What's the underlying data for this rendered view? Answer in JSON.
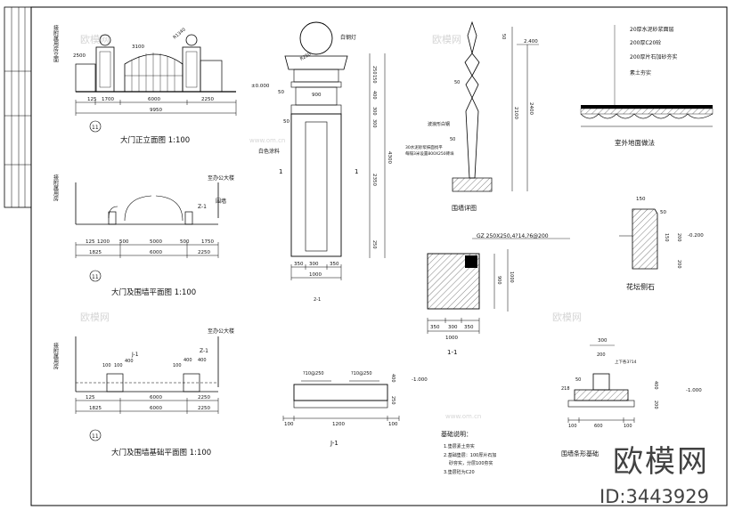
{
  "views": {
    "gate_elevation": {
      "title": "大门正立面图 1:100",
      "label_building": "接附属用房立面",
      "dims_top": [
        "3100",
        "2500",
        "R1340"
      ],
      "level_right": "±0.000",
      "dims_bottom": [
        "125",
        "1700",
        "6000",
        "2250"
      ],
      "dim_total": "9950",
      "axis": "11"
    },
    "gate_plan": {
      "title": "大门及围墙平面图 1:100",
      "label_building": "接附属用房",
      "label_office": "至办公大楼",
      "label_wall": "围墙",
      "label_z": "Z-1",
      "dims_row1": [
        "125",
        "1200",
        "500",
        "5000",
        "500",
        "1750"
      ],
      "dims_row2": [
        "1825",
        "6000",
        "2250"
      ],
      "axis": "11"
    },
    "foundation_plan": {
      "title": "大门及围墙基础平面图 1:100",
      "label_building": "接附属用房",
      "label_office": "至办公大楼",
      "labels_j": [
        "J-1",
        "Z-1"
      ],
      "dims_row": [
        "100",
        "100",
        "400",
        "100",
        "400",
        "400"
      ],
      "dims_row1": [
        "125",
        "6000",
        "2250"
      ],
      "dims_row2": [
        "1825",
        "6000",
        "2250"
      ],
      "axis": "11"
    },
    "pillar_detail": {
      "label_ball": "白钢灯",
      "label_paint": "白色涂料",
      "section_mark": "1",
      "dims_right": [
        "250",
        "150",
        "50",
        "50",
        "400",
        "50",
        "300",
        "300",
        "50",
        "4300",
        "2350",
        "250"
      ],
      "dims_left": [
        "50",
        "50"
      ],
      "dims_mid": [
        "900"
      ],
      "dims_bottom": [
        "350",
        "300",
        "350"
      ],
      "dim_total": "1000",
      "radius": "R250",
      "note": "2-1"
    },
    "j1_foundation": {
      "title": "J-1",
      "labels_rebar": [
        "?10@250",
        "?10@250"
      ],
      "dims_right": [
        "400",
        "250"
      ],
      "level": "-1.000",
      "dims_bottom": [
        "100",
        "1200",
        "100"
      ]
    },
    "column_section": {
      "label": "GZ 250X250,4?14,?6@200",
      "dims_right": [
        "900",
        "1000"
      ],
      "dims_bottom": [
        "350",
        "300",
        "350"
      ],
      "dim_total": "1000",
      "title": "1-1"
    },
    "wall_detail": {
      "title": "围墙详图",
      "labels": [
        "波浪形白钢",
        "30水泥砂浆抹面找平",
        "每隔3米设置800X250砖垛"
      ],
      "dims_top": [
        "2.400"
      ],
      "dims_right": [
        "50",
        "2100",
        "2400"
      ],
      "dims_left": [
        "50",
        "50"
      ]
    },
    "floor_detail": {
      "title": "室外地面做法",
      "layers": [
        "20厚水泥砂浆面层",
        "200厚C20砼",
        "200厚片石加砂夯实",
        "素土夯实"
      ]
    },
    "curb_detail": {
      "title": "花坛侧石",
      "dims": [
        "150",
        "50",
        "150",
        "200",
        "200"
      ],
      "level": "-0.200"
    },
    "strip_foundation": {
      "title": "围墙条形基础",
      "label_top": "上下各3?14",
      "dims_top": [
        "300",
        "200"
      ],
      "dims_right": [
        "400",
        "200"
      ],
      "dims_left": [
        "218",
        "50"
      ],
      "level": "-1.000",
      "dims_bottom": [
        "100",
        "600",
        "100"
      ]
    },
    "notes": {
      "title": "基础说明：",
      "items": [
        "1.垫层素土夯实",
        "2.基础垫层：100厚片石加",
        "砂夯实，分层100夯实",
        "3.垫层砼为C20"
      ]
    },
    "watermarks": [
      "欧模网",
      "www.om.cn"
    ]
  },
  "watermark_logo": "欧模网",
  "watermark_id": "ID:3443929"
}
